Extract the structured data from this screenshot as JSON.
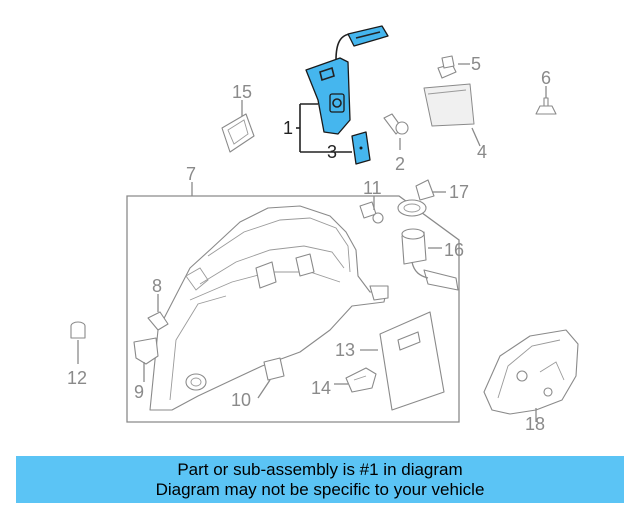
{
  "callouts": {
    "c1": "1",
    "c2": "2",
    "c3": "3",
    "c4": "4",
    "c5": "5",
    "c6": "6",
    "c7": "7",
    "c8": "8",
    "c9": "9",
    "c10": "10",
    "c11": "11",
    "c12": "12",
    "c13": "13",
    "c14": "14",
    "c15": "15",
    "c16": "16",
    "c17": "17",
    "c18": "18"
  },
  "highlight_color": "#45b6ee",
  "banner": {
    "color": "#5bc4f5",
    "line1": "Part or sub-assembly is #1 in diagram",
    "line2": "Diagram may not be specific to your vehicle"
  }
}
